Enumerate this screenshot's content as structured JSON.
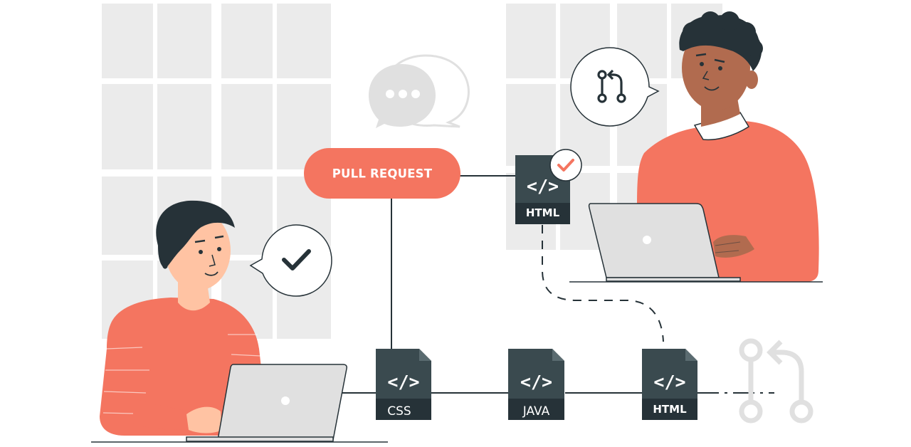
{
  "pull_request": {
    "label": "PULL REQUEST"
  },
  "files": [
    {
      "code": "</>",
      "label": "HTML"
    },
    {
      "code": "</>",
      "label": "CSS"
    },
    {
      "code": "</>",
      "label": "JAVA"
    },
    {
      "code": "</>",
      "label": "HTML"
    }
  ],
  "colors": {
    "accent": "#F47560",
    "dark": "#263238",
    "file_body": "#3A4A4F",
    "grid": "#EBEBEB",
    "skin_light": "#FFC3A3",
    "skin_dark": "#B16B4F",
    "laptop": "#E0E0E0"
  },
  "icons": [
    "window-grid-icon",
    "chat-bubbles-icon",
    "git-pull-request-icon",
    "checkmark-icon",
    "file-code-icon",
    "laptop-icon"
  ]
}
